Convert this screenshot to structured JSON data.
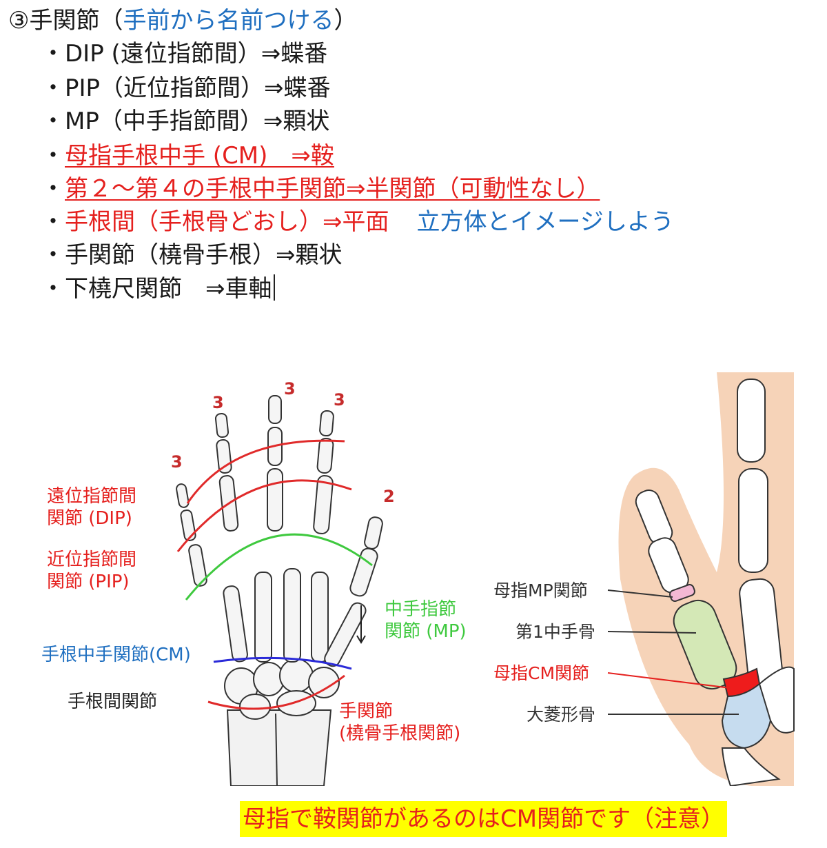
{
  "title": {
    "prefix": "③手関節（",
    "highlight": "手前から名前つける",
    "suffix": "）"
  },
  "items": [
    {
      "text": "・DIP (遠位指節間）⇒蝶番"
    },
    {
      "text": "・PIP（近位指節間）⇒蝶番"
    },
    {
      "text": "・MP（中手指節間）⇒顆状"
    },
    {
      "bullet": "・",
      "text": "母指手根中手 (CM)　⇒鞍"
    },
    {
      "bullet": "・",
      "text": "第２〜第４の手根中手関節⇒半関節（可動性なし）"
    },
    {
      "bullet": "・",
      "text": "手根間（手根骨どおし）⇒平面",
      "extra": "立方体とイメージしよう"
    },
    {
      "text": "・手関節（橈骨手根）⇒顆状"
    },
    {
      "text": "・下橈尺関節　⇒車軸"
    }
  ],
  "hand_figure": {
    "numbers": [
      "3",
      "3",
      "3",
      "3",
      "2"
    ],
    "labels": {
      "dip_line1": "遠位指節間",
      "dip_line2": "関節 (DIP)",
      "pip_line1": "近位指節間",
      "pip_line2": "関節 (PIP)",
      "mp_line1": "中手指節",
      "mp_line2": "関節 (MP)",
      "cm": "手根中手関節(CM)",
      "intercarpal": "手根間関節",
      "wrist_line1": "手関節",
      "wrist_line2": "(橈骨手根関節)"
    }
  },
  "thumb_figure": {
    "labels": [
      "母指MP関節",
      "第1中手骨",
      "母指CM関節",
      "大菱形骨"
    ]
  },
  "note": "母指で鞍関節があるのはCM関節です（注意）",
  "colors": {
    "red": "#e5201e",
    "blue": "#1f6fc0",
    "green": "#3fc93f",
    "highlight": "#ffff00"
  }
}
